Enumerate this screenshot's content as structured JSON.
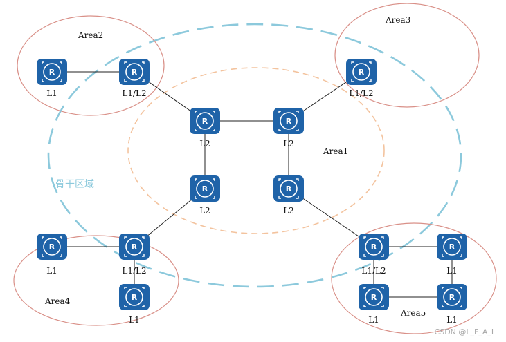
{
  "colors": {
    "area_border": "#d99088",
    "backbone": "#8cc9dc",
    "area1": "#f3c39e",
    "router_fill": "#1f63a8",
    "link": "#222222",
    "backbone_text": "#8cc9dc"
  },
  "icon": "router-icon",
  "router_glyph": "R",
  "backbone_label": "骨干区域",
  "watermark": "CSDN @L_F_A_L",
  "areas": [
    {
      "id": "area2",
      "label": "Area2"
    },
    {
      "id": "area3",
      "label": "Area3"
    },
    {
      "id": "area1",
      "label": "Area1"
    },
    {
      "id": "area4",
      "label": "Area4"
    },
    {
      "id": "area5",
      "label": "Area5"
    }
  ],
  "routers": [
    {
      "id": "a2-l1",
      "label": "L1"
    },
    {
      "id": "a2-l1l2",
      "label": "L1/L2"
    },
    {
      "id": "a3-l1l2",
      "label": "L1/L2"
    },
    {
      "id": "core-tl",
      "label": "L2"
    },
    {
      "id": "core-tr",
      "label": "L2"
    },
    {
      "id": "core-bl",
      "label": "L2"
    },
    {
      "id": "core-br",
      "label": "L2"
    },
    {
      "id": "a4-l1",
      "label": "L1"
    },
    {
      "id": "a4-l1l2",
      "label": "L1/L2"
    },
    {
      "id": "a4-l1b",
      "label": "L1"
    },
    {
      "id": "a5-l1l2",
      "label": "L1/L2"
    },
    {
      "id": "a5-l1r",
      "label": "L1"
    },
    {
      "id": "a5-l1bl",
      "label": "L1"
    },
    {
      "id": "a5-l1br",
      "label": "L1"
    }
  ],
  "links": [
    {
      "from": "a2-l1",
      "to": "a2-l1l2"
    },
    {
      "from": "a2-l1l2",
      "to": "core-tl"
    },
    {
      "from": "core-tl",
      "to": "core-tr"
    },
    {
      "from": "core-tr",
      "to": "a3-l1l2"
    },
    {
      "from": "core-tl",
      "to": "core-bl"
    },
    {
      "from": "core-tr",
      "to": "core-br"
    },
    {
      "from": "core-bl",
      "to": "a4-l1l2"
    },
    {
      "from": "core-br",
      "to": "a5-l1l2"
    },
    {
      "from": "a4-l1",
      "to": "a4-l1l2"
    },
    {
      "from": "a4-l1l2",
      "to": "a4-l1b"
    },
    {
      "from": "a5-l1l2",
      "to": "a5-l1r"
    },
    {
      "from": "a5-l1l2",
      "to": "a5-l1bl"
    },
    {
      "from": "a5-l1bl",
      "to": "a5-l1br"
    },
    {
      "from": "a5-l1r",
      "to": "a5-l1br"
    }
  ]
}
